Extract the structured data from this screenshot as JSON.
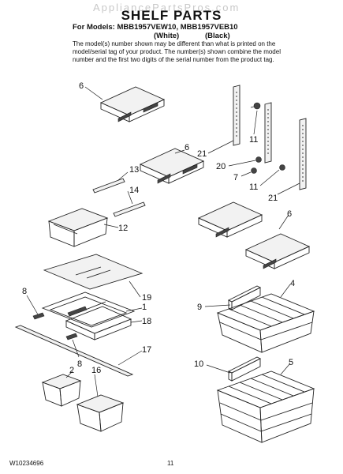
{
  "watermark": "AppliancePartsPros.com",
  "title": "SHELF PARTS",
  "models": {
    "line": "For Models: MBB1957VEW10, MBB1957VEB10",
    "color_1": "(White)",
    "color_2": "(Black)"
  },
  "note": "The model(s) number shown may be different than what is printed on the model/serial tag of your product. The number(s) shown combine the model number and the first two digits of the serial number from the product tag.",
  "callouts": {
    "c6a": "6",
    "c6b": "6",
    "c6c": "6",
    "c11a": "11",
    "c11b": "11",
    "c21a": "21",
    "c21b": "21",
    "c20": "20",
    "c7": "7",
    "c13": "13",
    "c14": "14",
    "c12": "12",
    "c19": "19",
    "c1": "1",
    "c18": "18",
    "c17": "17",
    "c8a": "8",
    "c8b": "8",
    "c2": "2",
    "c16": "16",
    "c9": "9",
    "c4": "4",
    "c10": "10",
    "c5": "5"
  },
  "footer": {
    "doc_number": "W10234696",
    "page_number": "11"
  }
}
